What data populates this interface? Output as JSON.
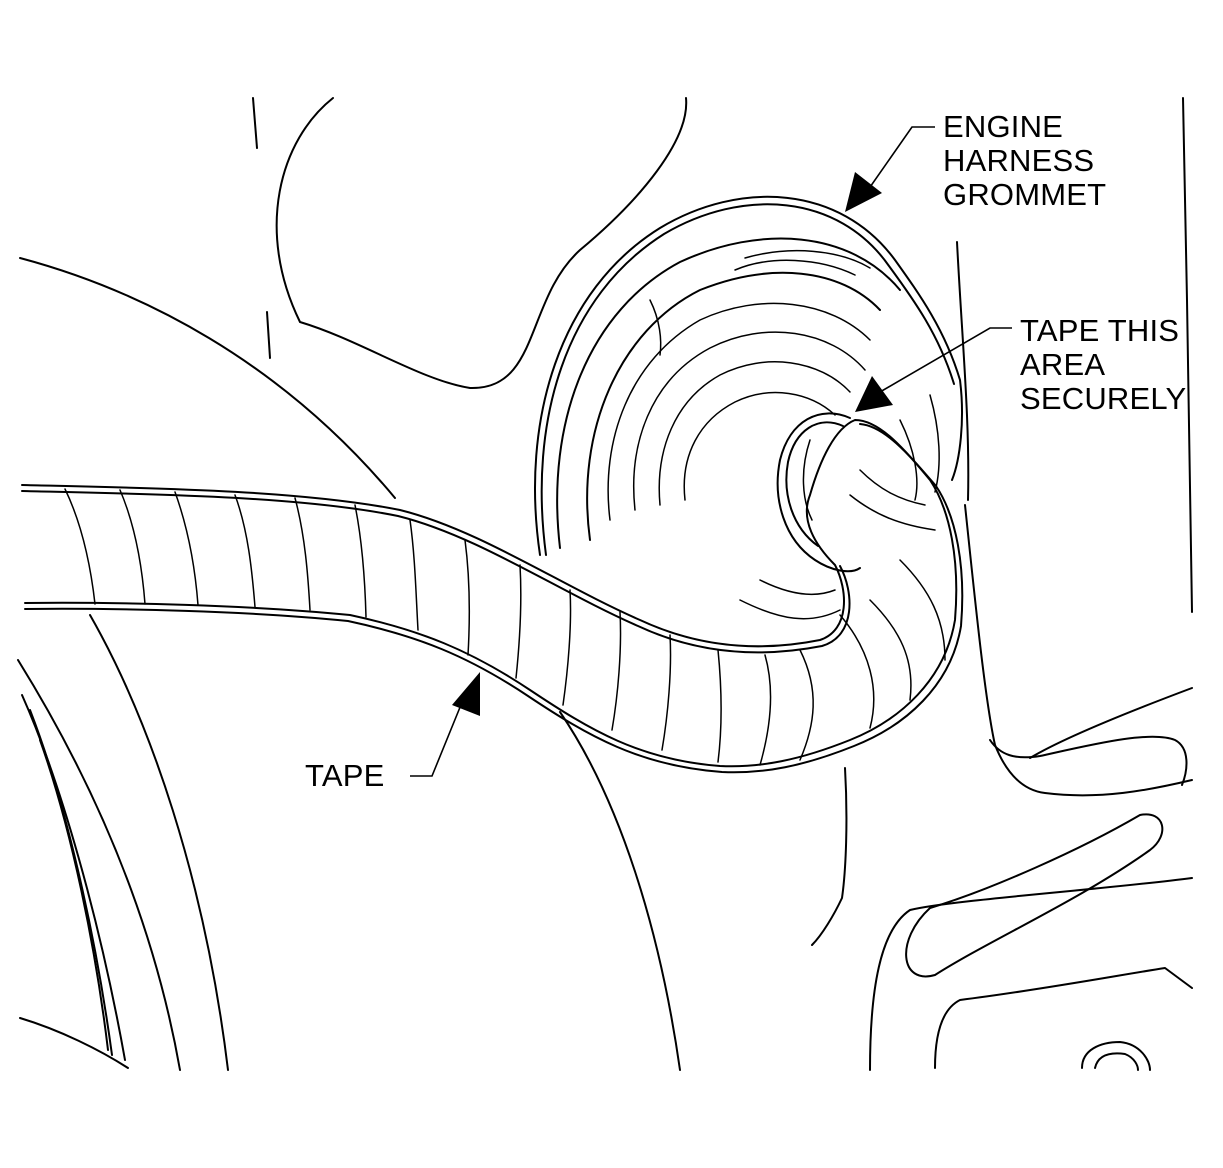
{
  "callouts": {
    "grommet": {
      "lines": [
        "ENGINE",
        "HARNESS",
        "GROMMET"
      ]
    },
    "tape_area": {
      "lines": [
        "TAPE THIS",
        "AREA",
        "SECURELY"
      ]
    },
    "tape": {
      "text": "TAPE"
    }
  },
  "colors": {
    "ink": "#000000",
    "paper": "#ffffff"
  }
}
